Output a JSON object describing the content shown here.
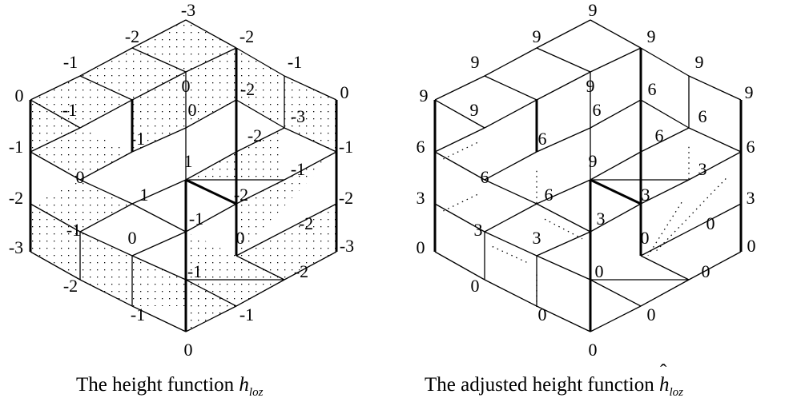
{
  "left": {
    "caption_prefix": "The height function",
    "caption_symbol": "h",
    "caption_sub": "loz",
    "labels": {
      "A": "-3",
      "U1": "-2",
      "U2": "-1",
      "B": "0",
      "L1": "-1",
      "L2": "-2",
      "C": "-3",
      "D1": "-2",
      "D2": "-1",
      "D": "0",
      "E1": "-1",
      "E2": "-2",
      "E": "-3",
      "F1": "-2",
      "F2": "-1",
      "F": "0",
      "G1": "-1",
      "G2": "-2",
      "G": "-3",
      "H1": "-2",
      "H2": "-1",
      "i1": "-1",
      "i2": "0",
      "i3": "1",
      "i4": "-2",
      "i5": "-3",
      "i6": "0",
      "i7": "-1",
      "i8": "-2",
      "i9": "0",
      "i10": "-1",
      "i11": "1",
      "i12": "-2",
      "i13": "-1",
      "i14": "0",
      "i15": "-1",
      "i16": "0",
      "i17": "-2",
      "i18": "-1"
    }
  },
  "right": {
    "caption_prefix": "The adjusted height function",
    "caption_symbol": "h",
    "caption_sub": "loz",
    "labels": {
      "A": "9",
      "U1": "9",
      "U2": "9",
      "B": "9",
      "L1": "6",
      "L2": "3",
      "C": "0",
      "D1": "0",
      "D2": "0",
      "D": "0",
      "E1": "0",
      "E2": "0",
      "E": "0",
      "F1": "3",
      "F2": "6",
      "F": "9",
      "G1": "6",
      "G2": "3",
      "G": "0",
      "H1": "9",
      "H2": "9",
      "i1": "9",
      "i2": "9",
      "i3": "9",
      "i4": "6",
      "i5": "6",
      "i6": "6",
      "i7": "6",
      "i8": "6",
      "i9": "6",
      "i10": "3",
      "i11": "6",
      "i12": "3",
      "i13": "3",
      "i14": "3",
      "i15": "3",
      "i16": "0",
      "i17": "0",
      "i18": "0"
    }
  }
}
